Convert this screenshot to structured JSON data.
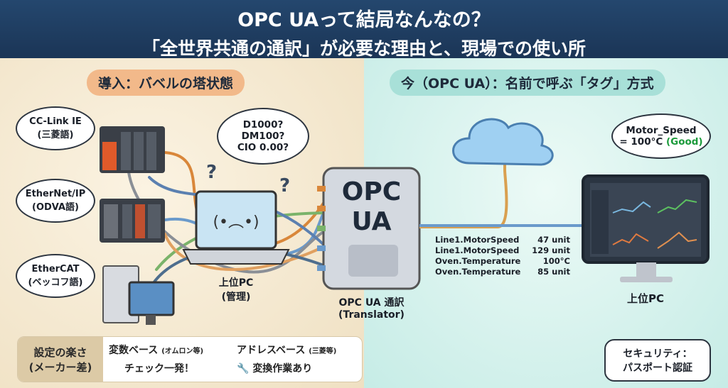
{
  "header": {
    "title": "OPC UAって結局なんなの？",
    "subtitle": "「全世界共通の通訳」が必要な理由と、現場での使い所"
  },
  "left": {
    "section_title": "導入：バベルの塔状態",
    "protocols": [
      {
        "name": "CC-Link IE",
        "lang": "(三菱語)"
      },
      {
        "name": "EtherNet/IP",
        "lang": "(ODVA語)"
      },
      {
        "name": "EtherCAT",
        "lang": "(ベッコフ語)"
      }
    ],
    "thought": [
      "D1000?",
      "DM100?",
      "CIO 0.00?"
    ],
    "question_mark": "?",
    "pc_label": [
      "上位PC",
      "(管理)"
    ],
    "translator_logo": [
      "OPC",
      "UA"
    ],
    "translator_label": [
      "OPC UA 通訳",
      "(Translator)"
    ]
  },
  "comparison": {
    "head": [
      "設定の楽さ",
      "(メーカー差)"
    ],
    "variable": {
      "title": "変数ベース",
      "note": "(オムロン等)",
      "icon": "check-icon",
      "result": "チェック一発！"
    },
    "address": {
      "title": "アドレスベース",
      "note": "(三菱等)",
      "icon": "wrench-icon",
      "result": "変換作業あり"
    }
  },
  "right": {
    "section_title": "今（OPC UA）：名前で呼ぶ「タグ」方式",
    "thought": {
      "line1": "Motor_Speed",
      "line2": "= 100°C",
      "status": "(Good)"
    },
    "tags": [
      {
        "name": "Line1.MotorSpeed",
        "value": "47 unit"
      },
      {
        "name": "Line1.MotorSpeed",
        "value": "129 unit"
      },
      {
        "name": "Oven.Temperature",
        "value": "100°C"
      },
      {
        "name": "Oven.Temperature",
        "value": "85 unit"
      }
    ],
    "pc_label": "上位PC",
    "security": [
      "セキュリティ：",
      "パスポート認証"
    ]
  },
  "colors": {
    "navy": "#1b3556",
    "good": "#1a9a3a",
    "left_pill": "#f2b98a",
    "right_pill": "#a8e0d8"
  }
}
